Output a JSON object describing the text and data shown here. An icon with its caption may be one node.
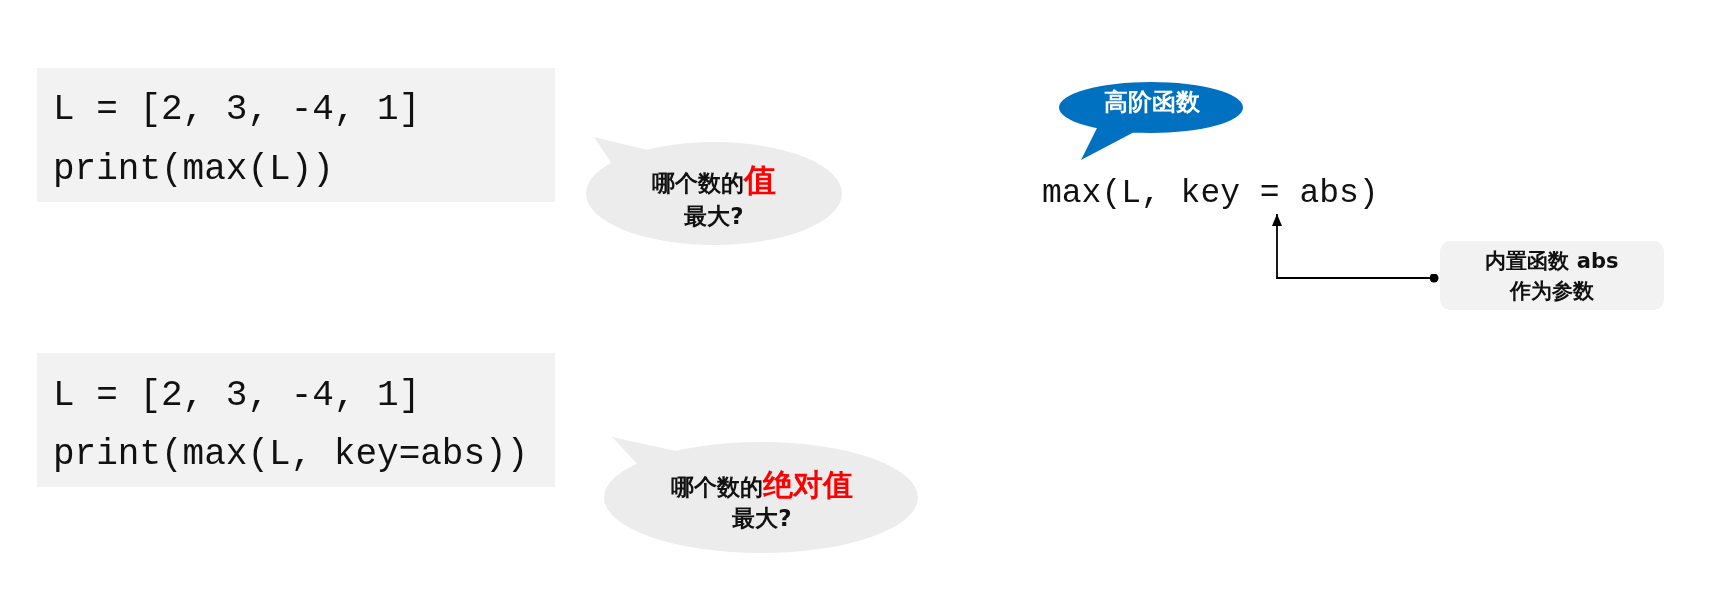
{
  "diagram": {
    "nodes": [
      {
        "text": [
          "L = [2, 3, -4, 1]",
          "print(max(L))"
        ]
      },
      {
        "text": [
          "哪个数的**值**最大?"
        ]
      },
      {
        "text": [
          "L = [2, 3, -4, 1]",
          "print(max(L, key=abs))"
        ]
      },
      {
        "text": [
          "哪个数的**绝对值**最大?"
        ]
      },
      {
        "text": [
          "高阶函数"
        ]
      },
      {
        "text": [
          "max(L, key = abs)"
        ]
      },
      {
        "text": [
          "内置函数 abs 作为参数"
        ]
      }
    ],
    "edges": [
      {
        "from": 6,
        "to": 5,
        "arrow": "to"
      }
    ]
  }
}
